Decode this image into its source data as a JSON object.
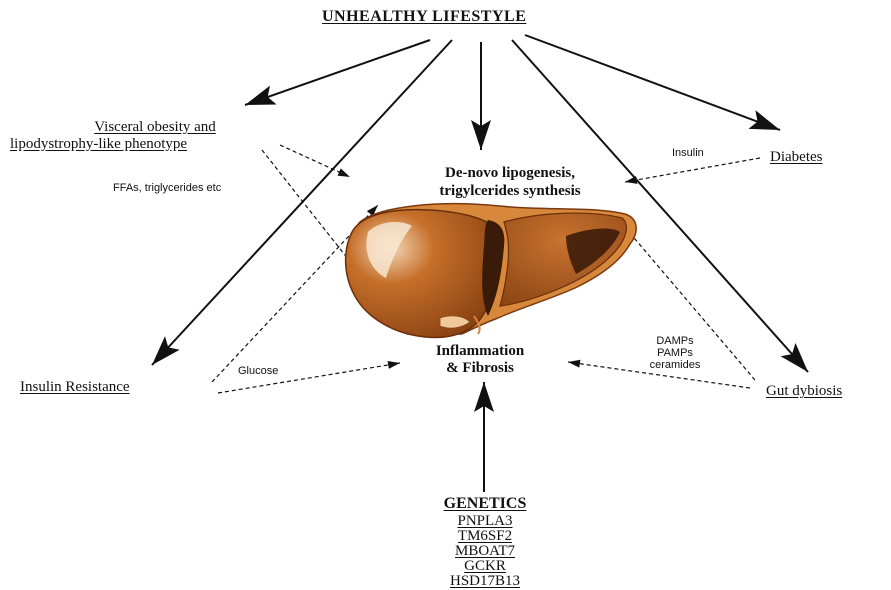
{
  "title": "UNHEALTHY LIFESTYLE",
  "nodes": {
    "visceral_line1": "Visceral obesity and",
    "visceral_line2": "lipodystrophy-like phenotype",
    "diabetes": "Diabetes",
    "denovo_line1": "De-novo lipogenesis,",
    "denovo_line2": "trigylcerides synthesis",
    "inflammation_line1": "Inflammation",
    "inflammation_line2": "& Fibrosis",
    "insulin_resistance": "Insulin Resistance",
    "gut_dysbiosis": "Gut dybiosis"
  },
  "edge_labels": {
    "ffas": "FFAs, triglycerides etc",
    "insulin": "Insulin",
    "glucose": "Glucose",
    "damps": "DAMPs",
    "pamps": "PAMPs",
    "ceramides": "ceramides"
  },
  "genetics": {
    "heading": "GENETICS",
    "genes": [
      "PNPLA3",
      "TM6SF2",
      "MBOAT7",
      "GCKR",
      "HSD17B13"
    ]
  },
  "colors": {
    "liver_main": "#a0521a",
    "liver_light": "#d98a3a",
    "liver_dark": "#3a1a08",
    "liver_highlight": "#f6ddc0",
    "line": "#111111"
  }
}
